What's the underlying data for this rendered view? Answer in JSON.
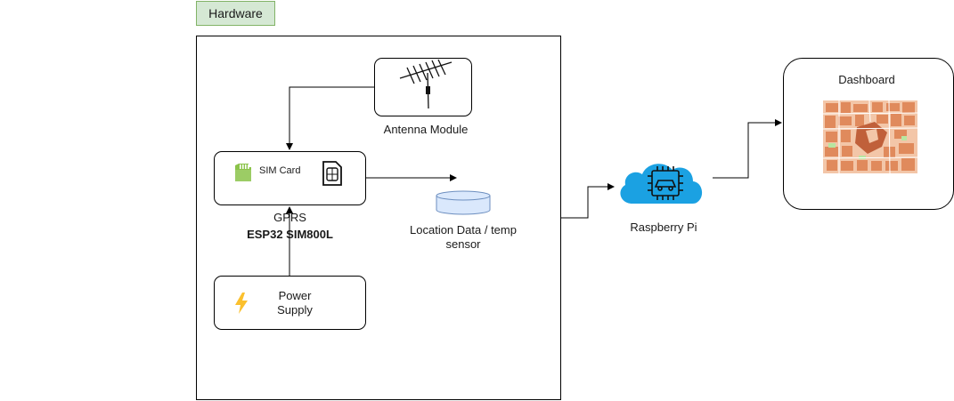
{
  "hardware": {
    "tag": "Hardware"
  },
  "antenna": {
    "label": "Antenna Module",
    "icon": "antenna-icon"
  },
  "esp": {
    "sim_label": "SIM Card",
    "gprs_label": "GPRS",
    "model_label": "ESP32 SIM800L",
    "icons": [
      "sd-card-icon",
      "sim-card-icon"
    ]
  },
  "power": {
    "line1": "Power",
    "line2": "Supply",
    "icon": "lightning-icon"
  },
  "storage": {
    "line1": "Location Data / temp",
    "line2": "sensor",
    "icon": "database-icon"
  },
  "cloud": {
    "label": "Raspberry Pi",
    "icon": "cloud-chip-icon",
    "color": "#1ba1e2"
  },
  "dashboard": {
    "title": "Dashboard",
    "icon": "map-thumbnail"
  },
  "colors": {
    "hardware_fill": "#d5e8d4",
    "hardware_stroke": "#82b366",
    "db_fill": "#dae8fc",
    "db_stroke": "#6c8ebf"
  }
}
